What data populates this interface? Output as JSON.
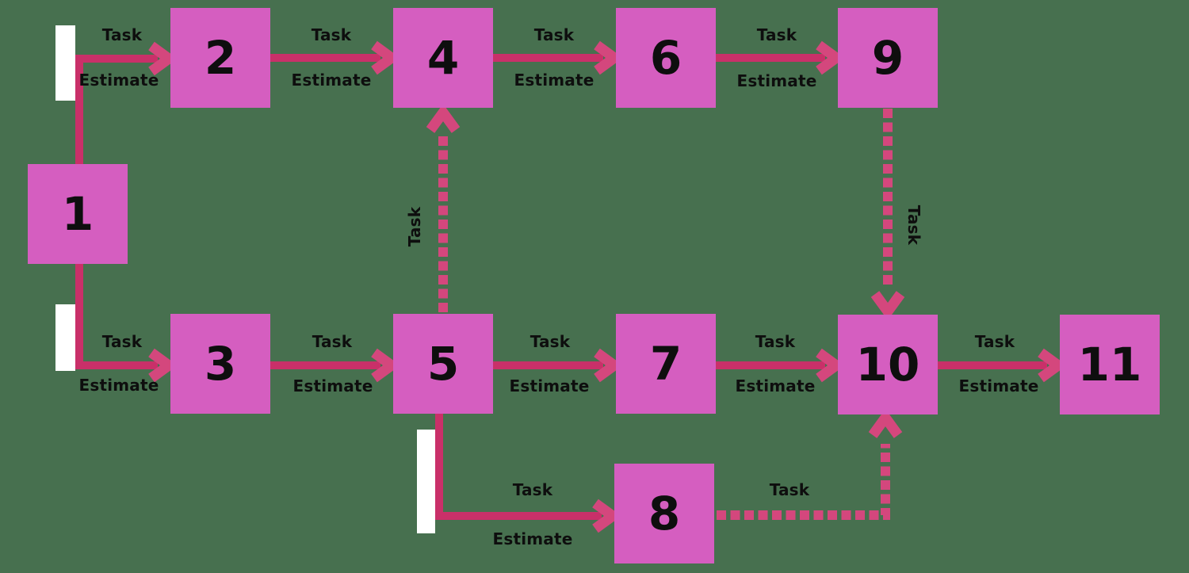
{
  "colors": {
    "background": "#47704f",
    "node_fill": "#d55ec0",
    "solid_edge": "#c93069",
    "dotted_edge": "#d4477d",
    "arrowhead": "#d4477d",
    "milestone_bar": "#ffffff",
    "label_text": "#0e0e0e"
  },
  "diagram_type": "task-dependency-network",
  "nodes": [
    {
      "label": "1"
    },
    {
      "label": "2"
    },
    {
      "label": "3"
    },
    {
      "label": "4"
    },
    {
      "label": "5"
    },
    {
      "label": "6"
    },
    {
      "label": "7"
    },
    {
      "label": "8"
    },
    {
      "label": "9"
    },
    {
      "label": "10"
    },
    {
      "label": "11"
    }
  ],
  "edges": [
    {
      "from": "1",
      "to": "2",
      "style": "solid",
      "task_label": "Task",
      "estimate_label": "Estimate"
    },
    {
      "from": "2",
      "to": "4",
      "style": "solid",
      "task_label": "Task",
      "estimate_label": "Estimate"
    },
    {
      "from": "4",
      "to": "6",
      "style": "solid",
      "task_label": "Task",
      "estimate_label": "Estimate"
    },
    {
      "from": "6",
      "to": "9",
      "style": "solid",
      "task_label": "Task",
      "estimate_label": "Estimate"
    },
    {
      "from": "1",
      "to": "3",
      "style": "solid",
      "task_label": "Task",
      "estimate_label": "Estimate"
    },
    {
      "from": "3",
      "to": "5",
      "style": "solid",
      "task_label": "Task",
      "estimate_label": "Estimate"
    },
    {
      "from": "5",
      "to": "7",
      "style": "solid",
      "task_label": "Task",
      "estimate_label": "Estimate"
    },
    {
      "from": "7",
      "to": "10",
      "style": "solid",
      "task_label": "Task",
      "estimate_label": "Estimate"
    },
    {
      "from": "10",
      "to": "11",
      "style": "solid",
      "task_label": "Task",
      "estimate_label": "Estimate"
    },
    {
      "from": "5",
      "to": "8",
      "style": "solid",
      "task_label": "Task",
      "estimate_label": "Estimate"
    },
    {
      "from": "5",
      "to": "4",
      "style": "dotted",
      "task_label": "Task"
    },
    {
      "from": "9",
      "to": "10",
      "style": "dotted",
      "task_label": "Task"
    },
    {
      "from": "8",
      "to": "10",
      "style": "dotted",
      "task_label": "Task"
    }
  ],
  "milestone_bars": [
    {
      "near": "edge-1-2"
    },
    {
      "near": "edge-1-3"
    },
    {
      "near": "edge-5-8"
    }
  ]
}
